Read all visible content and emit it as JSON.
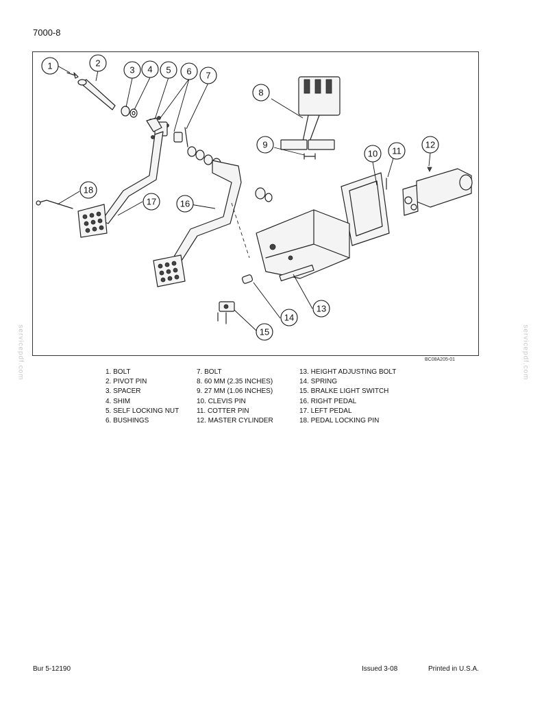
{
  "header": {
    "page_number": "7000-8"
  },
  "figure": {
    "code": "BC08A205-01",
    "callouts": [
      "1",
      "2",
      "3",
      "4",
      "5",
      "6",
      "7",
      "8",
      "9",
      "10",
      "11",
      "12",
      "13",
      "14",
      "15",
      "16",
      "17",
      "18"
    ]
  },
  "legend": {
    "col1": [
      "1. BOLT",
      "2. PIVOT PIN",
      "3. SPACER",
      "4. SHIM",
      "5. SELF LOCKING NUT",
      "6. BUSHINGS"
    ],
    "col2": [
      "7. BOLT",
      "8. 60 MM (2.35 INCHES)",
      "9. 27 MM (1.06 INCHES)",
      "10. CLEVIS PIN",
      "11. COTTER PIN",
      "12. MASTER CYLINDER"
    ],
    "col3": [
      "13. HEIGHT ADJUSTING BOLT",
      "14. SPRING",
      "15. BRALKE LIGHT SWITCH",
      "16. RIGHT PEDAL",
      "17. LEFT PEDAL",
      "18. PEDAL LOCKING PIN"
    ]
  },
  "footer": {
    "doc_number": "Bur 5-12190",
    "issued": "Issued 3-08",
    "printed": "Printed in U.S.A."
  },
  "watermark": {
    "text": "servicepdf.com"
  }
}
